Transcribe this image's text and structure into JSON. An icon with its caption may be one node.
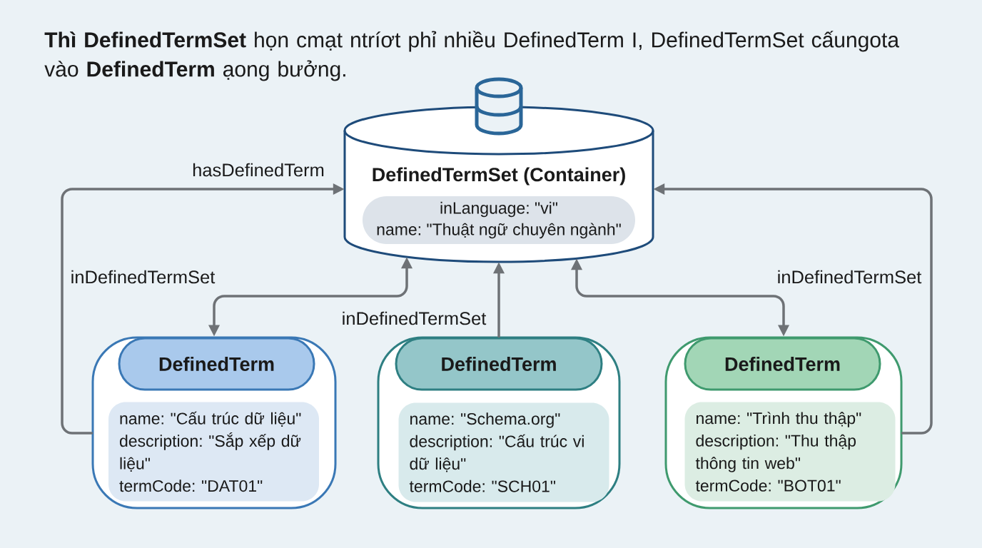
{
  "diagram": {
    "title": "**Thì DefinedTermSet** họn cmạt ntríơt phỉ nhiều DefinedTerm I, DefinedTermSet cấungota vào **DefinedTerm** ạong bưởng.",
    "nodes": [
      {
        "text": [
          "DefinedTermSet (Container)"
        ]
      },
      {
        "text": [
          "inLanguage: \"vi\"",
          "name: \"Thuật ngữ chuyên ngành\""
        ],
        "in": 0
      },
      {
        "text": [],
        "shape": "box"
      },
      {
        "text": [
          "DefinedTerm"
        ],
        "in": 2
      },
      {
        "text": [
          "name: \"Cấu trúc dữ liệu\"",
          "description: \"Sắp xếp dữ liệu\"",
          "termCode: \"DAT01\""
        ],
        "in": 2
      },
      {
        "text": [],
        "shape": "box"
      },
      {
        "text": [
          "DefinedTerm"
        ],
        "in": 5
      },
      {
        "text": [
          "name: \"Schema.org\"",
          "description: \"Cấu trúc vi dữ liệu\"",
          "termCode: \"SCH01\""
        ],
        "in": 5
      },
      {
        "text": [],
        "shape": "box"
      },
      {
        "text": [
          "DefinedTerm"
        ],
        "in": 8
      },
      {
        "text": [
          "name: \"Trình thu thập\"",
          "description: \"Thu thập thông tin web\"",
          "termCode: \"BOT01\""
        ],
        "in": 8
      }
    ],
    "edges": [
      {
        "from": 2,
        "to": 0,
        "arrow": "to",
        "label": "hasDefinedTerm"
      },
      {
        "from": 0,
        "to": 2,
        "arrow": "both",
        "label": "inDefinedTermSet"
      },
      {
        "from": 5,
        "to": 0,
        "arrow": "to",
        "label": "inDefinedTermSet"
      },
      {
        "from": 0,
        "to": 8,
        "arrow": "both"
      },
      {
        "from": 8,
        "to": 0,
        "arrow": "to",
        "label": "inDefinedTermSet"
      }
    ]
  }
}
